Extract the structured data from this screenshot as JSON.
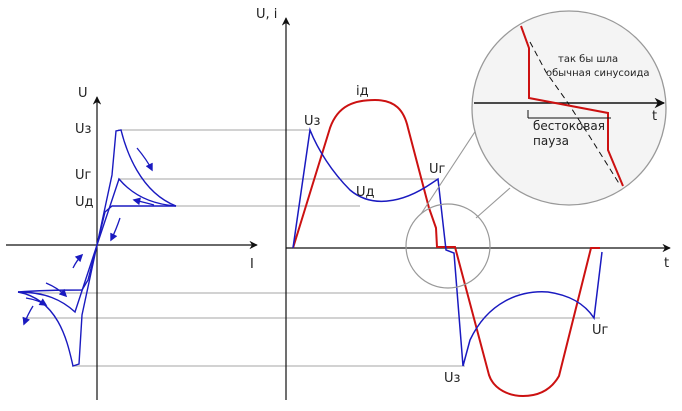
{
  "labels": {
    "vi_y_axis": "U",
    "vi_x_axis": "I",
    "vi_uz": "Uз",
    "vi_ug": "Uг",
    "vi_ud": "Uд",
    "wave_y_axis": "U, i",
    "wave_x_axis": "t",
    "wave_id": "iд",
    "wave_uz_top": "Uз",
    "wave_ud": "Uд",
    "wave_ug_top": "Uг",
    "wave_uz_bottom": "Uз",
    "wave_ug_bottom": "Uг",
    "zoom_x_axis": "t",
    "zoom_sine_note_1": "так бы шла",
    "zoom_sine_note_2": "обычная синусоида",
    "zoom_pause_1": "бестоковая",
    "zoom_pause_2": "пауза"
  },
  "colors": {
    "voltage": "#1a1ac0",
    "current": "#cc1111",
    "axis": "#111111",
    "guide": "#888888",
    "lens": "#999999",
    "lens_fill": "#f4f4f4"
  }
}
